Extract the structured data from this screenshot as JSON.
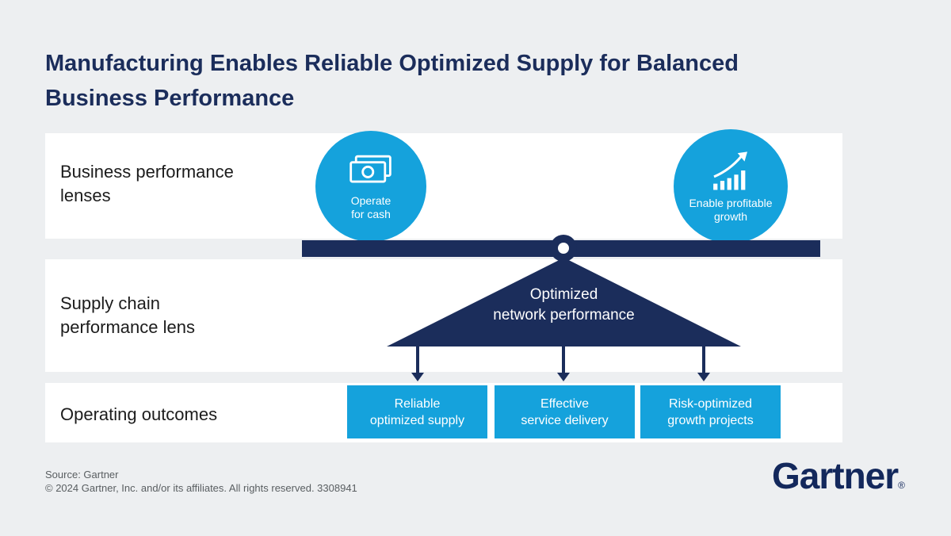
{
  "title": "Manufacturing Enables Reliable Optimized Supply for Balanced Business Performance",
  "rows": {
    "business": "Business performance lenses",
    "supply": "Supply chain performance lens",
    "operating": "Operating outcomes"
  },
  "lenses": [
    {
      "id": "operate-for-cash",
      "icon": "cash-icon",
      "line1": "Operate",
      "line2": "for cash"
    },
    {
      "id": "enable-profitable-growth",
      "icon": "growth-icon",
      "line1": "Enable profitable",
      "line2": "growth"
    }
  ],
  "fulcrum": {
    "line1": "Optimized",
    "line2": "network performance"
  },
  "outcomes": [
    {
      "line1": "Reliable",
      "line2": "optimized supply"
    },
    {
      "line1": "Effective",
      "line2": "service delivery"
    },
    {
      "line1": "Risk-optimized",
      "line2": "growth projects"
    }
  ],
  "footer": {
    "source": "Source: Gartner",
    "copyright": "© 2024 Gartner, Inc. and/or its affiliates. All rights reserved. 3308941"
  },
  "logo": {
    "text": "Gartner",
    "registered": "®"
  },
  "colors": {
    "blue": "#15a2dc",
    "navy": "#1b2d5b",
    "background": "#edeff1",
    "band": "#ffffff"
  }
}
